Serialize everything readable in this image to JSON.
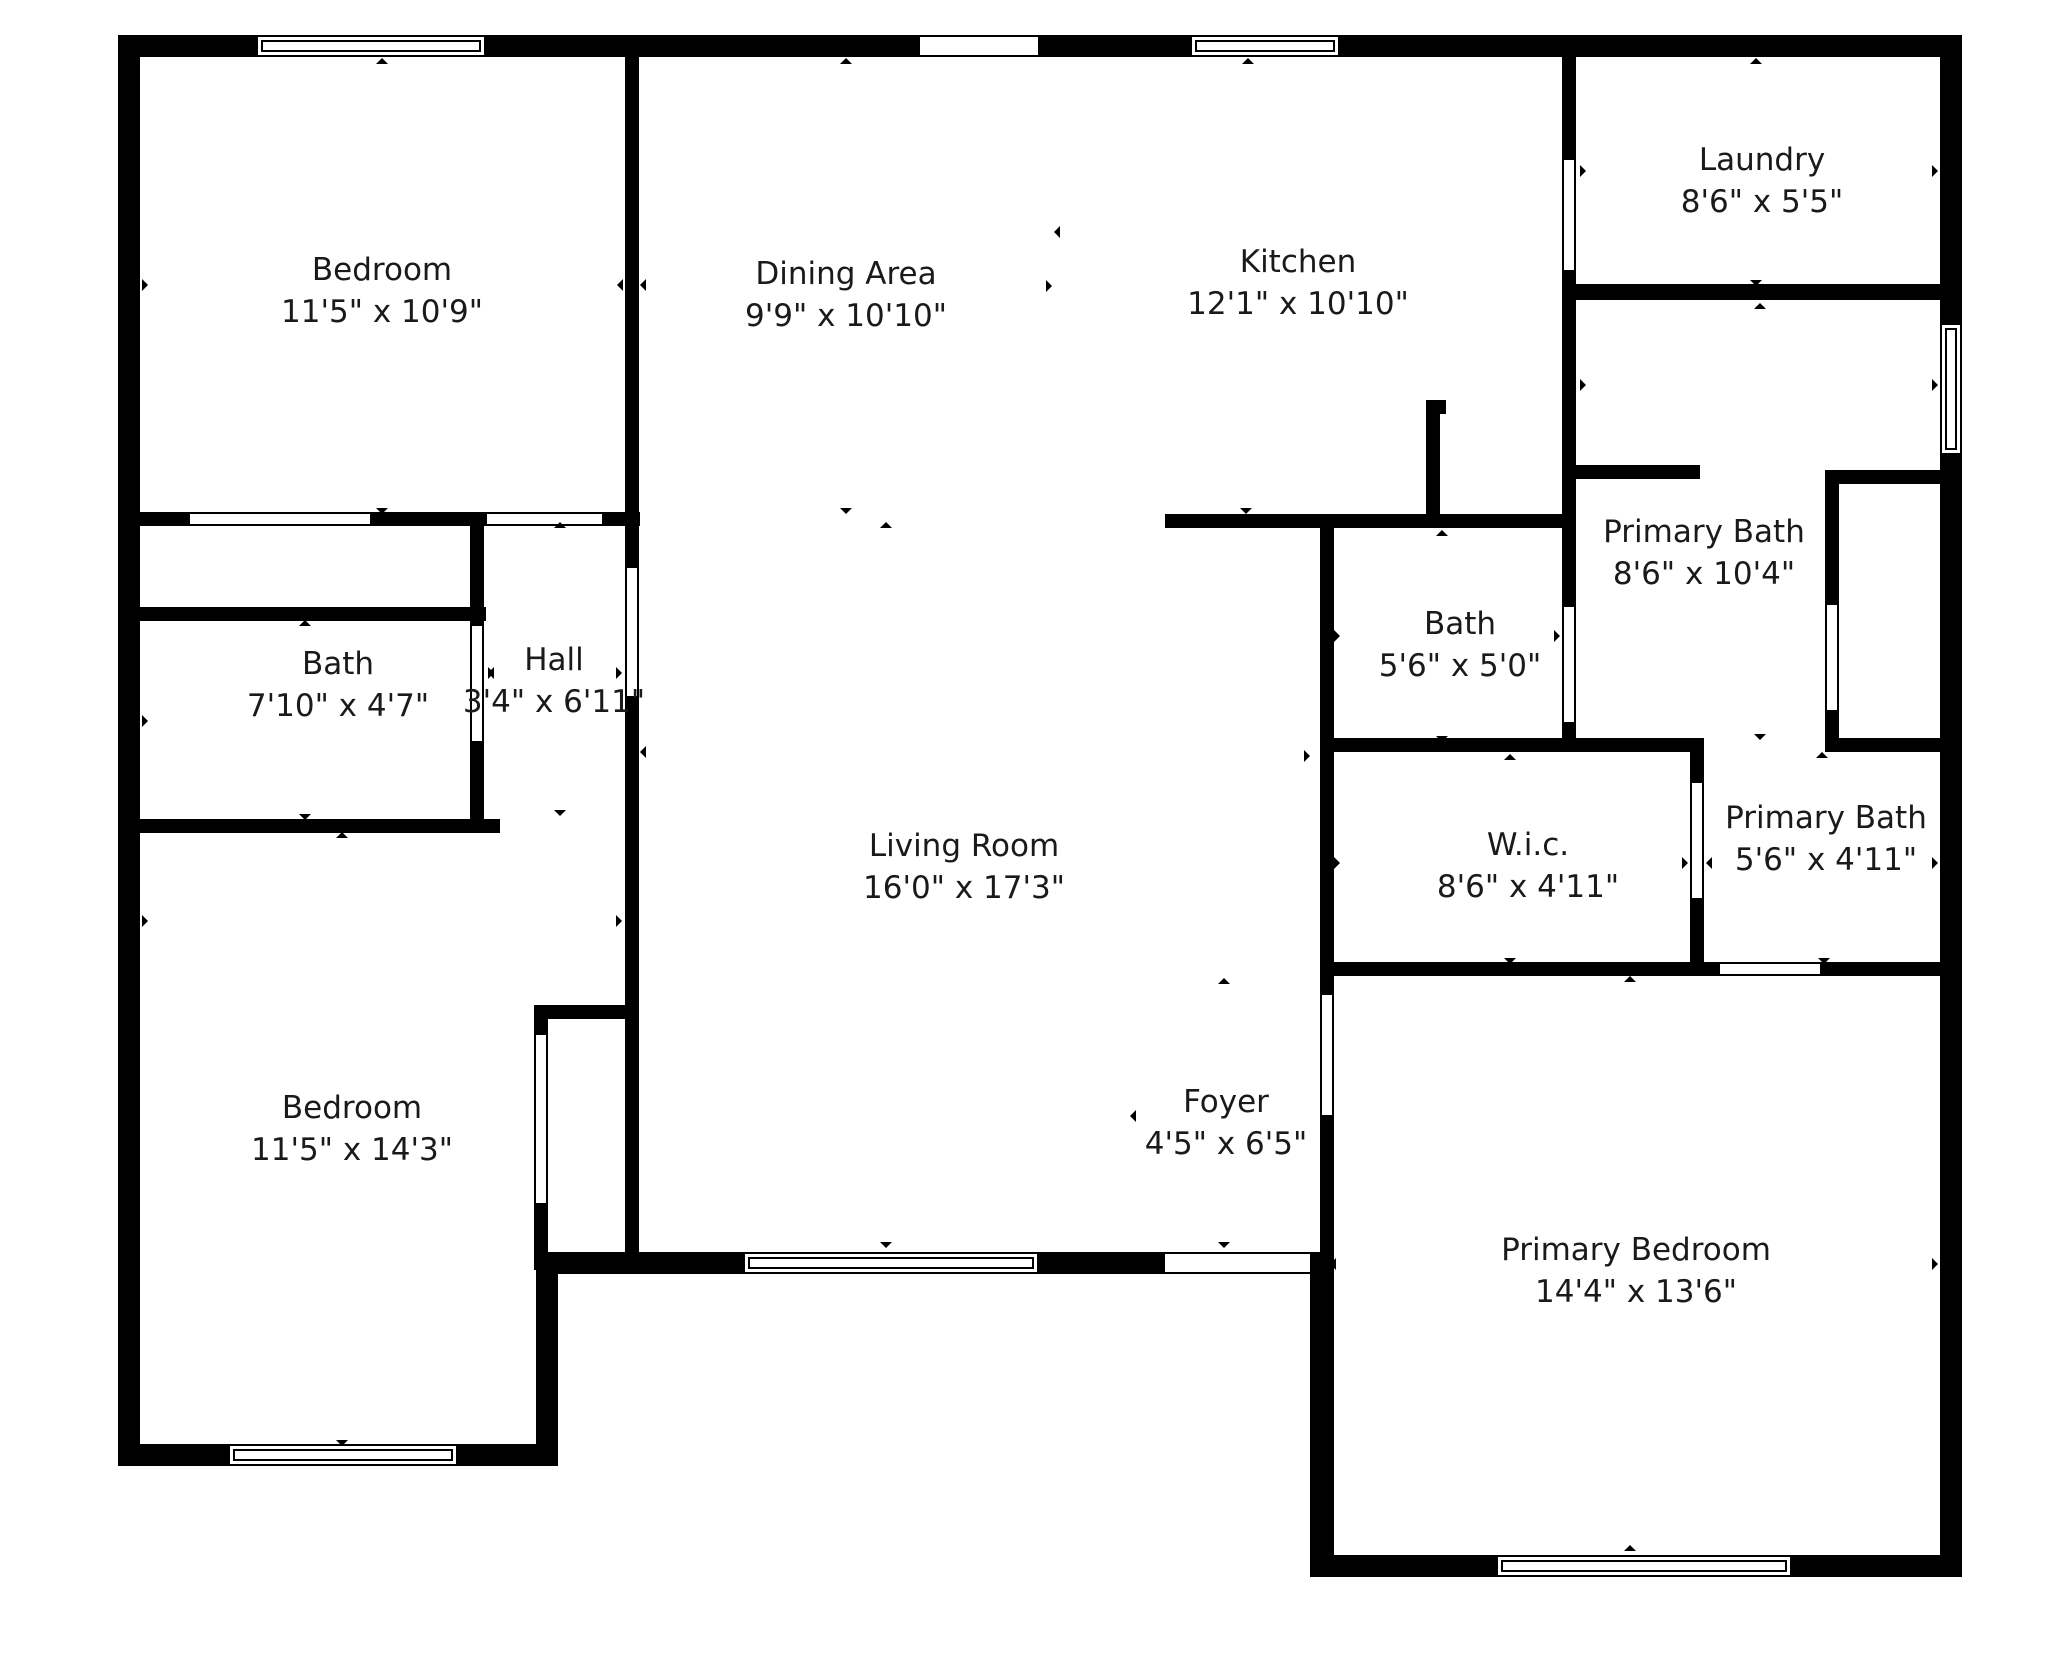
{
  "floor_plan": {
    "wall_color": "#000000",
    "opening_color": "#ffffff",
    "rooms": [
      {
        "name": "Bedroom",
        "dims": "11'5\" x 10'9\""
      },
      {
        "name": "Dining Area",
        "dims": "9'9\" x 10'10\""
      },
      {
        "name": "Kitchen",
        "dims": "12'1\" x 10'10\""
      },
      {
        "name": "Laundry",
        "dims": "8'6\" x 5'5\""
      },
      {
        "name": "Primary Bath",
        "dims": "8'6\" x 10'4\""
      },
      {
        "name": "Bath",
        "dims": "5'6\" x 5'0\""
      },
      {
        "name": "Bath",
        "dims": "7'10\" x 4'7\""
      },
      {
        "name": "Hall",
        "dims": "3'4\" x 6'11\""
      },
      {
        "name": "Living Room",
        "dims": "16'0\" x 17'3\""
      },
      {
        "name": "W.i.c.",
        "dims": "8'6\" x 4'11\""
      },
      {
        "name": "Primary Bath",
        "dims": "5'6\" x 4'11\""
      },
      {
        "name": "Bedroom",
        "dims": "11'5\" x 14'3\""
      },
      {
        "name": "Foyer",
        "dims": "4'5\" x 6'5\""
      },
      {
        "name": "Primary Bedroom",
        "dims": "14'4\" x 13'6\""
      }
    ]
  }
}
